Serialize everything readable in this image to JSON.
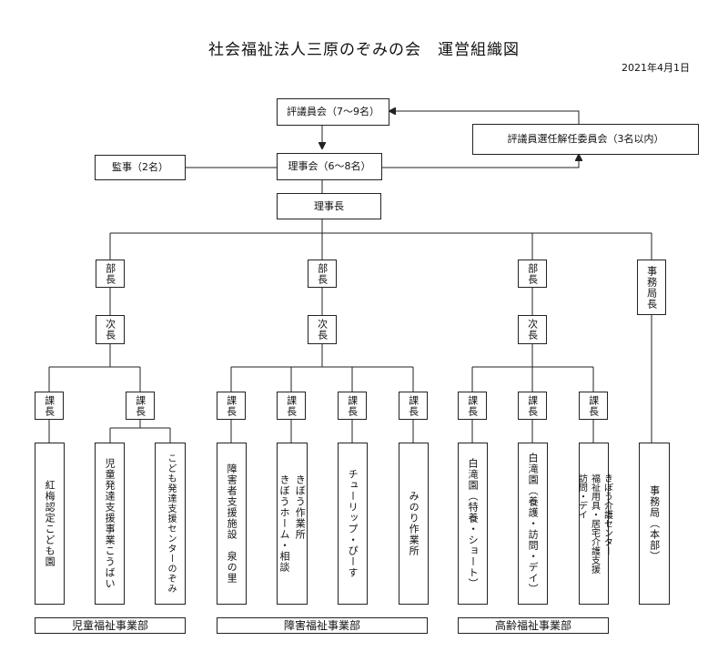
{
  "title": "社会福祉法人三原のぞみの会　運営組織図",
  "date": "2021年4月1日",
  "top": {
    "council": "評議員会（7〜9名）",
    "selection": "評議員選任解任委員会（3名以内）",
    "auditor": "監事（2名）",
    "board": "理事会（6〜8名）",
    "chairman": "理事長"
  },
  "roles": {
    "bucho": "部長",
    "jicho": "次長",
    "kacho": "課長",
    "jimukyokucho": "事務局長"
  },
  "facilities": {
    "koubai": "紅梅認定こども園",
    "kohai": "児童発達支援事業こうばい",
    "nozomi": "こども発達支援センターのぞみ",
    "izumi": "障害者支援施設　泉の里",
    "kibou_a": "きぼう作業所",
    "kibou_b": "きぼうホーム・相談",
    "tulip": "チューリップ・ぴーす",
    "minori": "みのり作業所",
    "hakutaki1": "白滝園（特養・ショート）",
    "hakutaki2": "白滝園（養護・訪問・デイ）",
    "kibou_care_a": "きぼう介護センター",
    "kibou_care_b": "福祉用具・居宅介護支援",
    "kibou_care_c": "訪問・デイ",
    "jimukyoku": "事務局（本部）"
  },
  "divisions": {
    "child": "児童福祉事業部",
    "disability": "障害福祉事業部",
    "elderly": "高齢福祉事業部"
  }
}
